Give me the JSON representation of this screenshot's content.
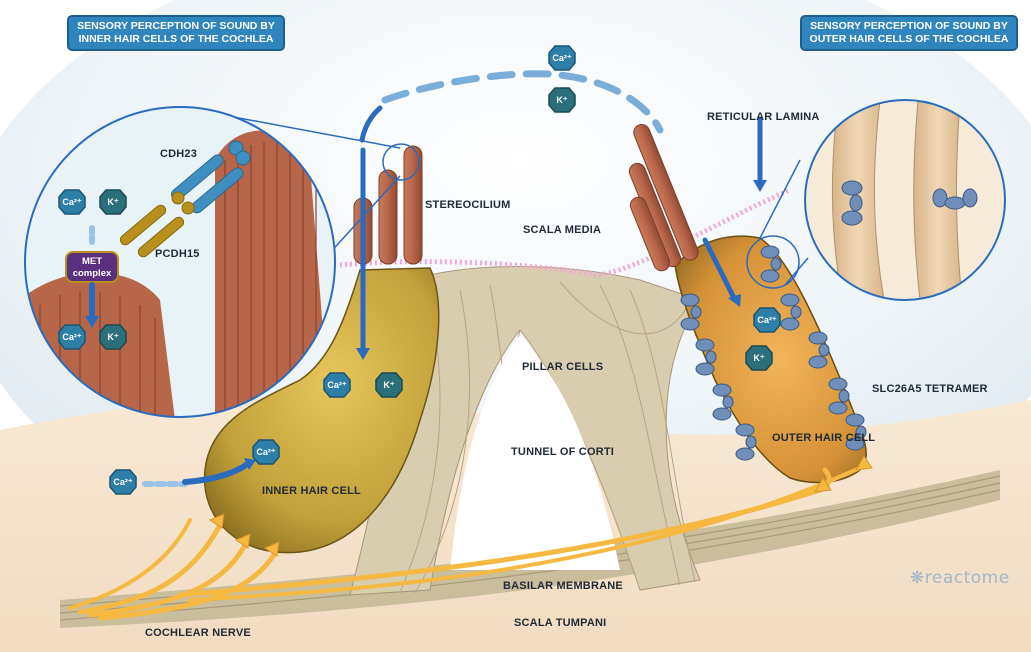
{
  "titles": {
    "inner": "SENSORY PERCEPTION OF SOUND BY INNER HAIR CELLS OF THE COCHLEA",
    "inner_line1": "SENSORY PERCEPTION OF SOUND BY",
    "inner_line2": "INNER HAIR CELLS OF THE COCHLEA",
    "outer_line1": "SENSORY PERCEPTION OF SOUND BY",
    "outer_line2": "OUTER HAIR CELLS OF THE COCHLEA"
  },
  "labels": {
    "cdh23": "CDH23",
    "pcdh15": "PCDH15",
    "met_line1": "MET",
    "met_line2": "complex",
    "stereocilium": "STEREOCILIUM",
    "scala_media": "SCALA MEDIA",
    "reticular_lamina": "RETICULAR LAMINA",
    "pillar_cells": "PILLAR CELLS",
    "slc26a5": "SLC26A5 TETRAMER",
    "tunnel_of_corti": "TUNNEL OF CORTI",
    "outer_hair_cell": "OUTER HAIR CELL",
    "inner_hair_cell": "INNER HAIR CELL",
    "basilar_membrane": "BASILAR MEMBRANE",
    "cochlear_nerve": "COCHLEAR NERVE",
    "scala_tympani": "SCALA TUMPANI"
  },
  "ions": {
    "ca": "Ca²⁺",
    "k": "K⁺"
  },
  "logo": "reactome",
  "colors": {
    "title_bg": "#2f86bf",
    "ion_ca": "#2e7fa8",
    "ion_k": "#2b6f7a",
    "arrow": "#2a6bbf",
    "stereocilia": "#b8664a",
    "inner_cell": "#c9a83c",
    "outer_cell": "#d89a3a",
    "nerve": "#f5b942",
    "pillar": "#d8ccb0",
    "met": "#5a2f7d",
    "cdh23": "#3f8fc0",
    "pcdh15": "#b8901c"
  }
}
